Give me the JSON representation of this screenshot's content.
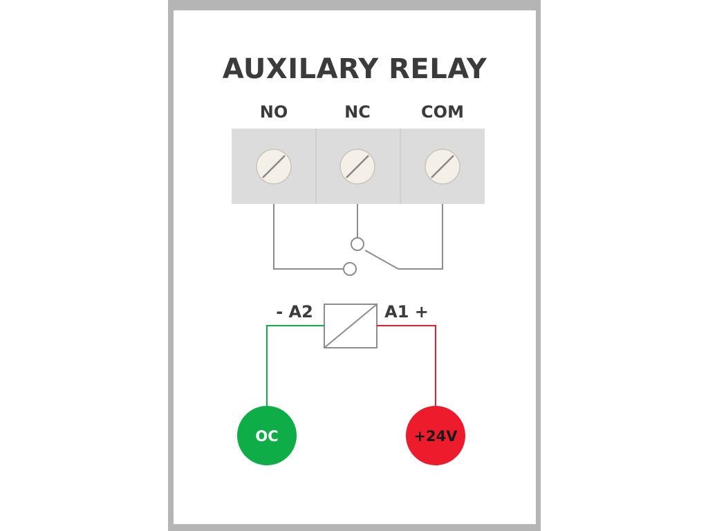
{
  "title": "AUXILARY RELAY",
  "terminals": [
    {
      "label": "NO"
    },
    {
      "label": "NC"
    },
    {
      "label": "COM"
    }
  ],
  "coil": {
    "left_label": "- A2",
    "right_label": "A1 +"
  },
  "outputs": {
    "left": {
      "label": "OC",
      "color": "#0fad48"
    },
    "right": {
      "label": "+24V",
      "color": "#ec1c2d"
    }
  },
  "colors": {
    "panel_border": "#b5b5b5",
    "panel_bg": "#ffffff",
    "terminal_block": "#dcdcdc",
    "screw_fill": "#f4efe7",
    "wire": "#8c8c8c",
    "wire_negative": "#0fad48",
    "wire_positive": "#ec1c2d",
    "text": "#3b3b3b"
  }
}
